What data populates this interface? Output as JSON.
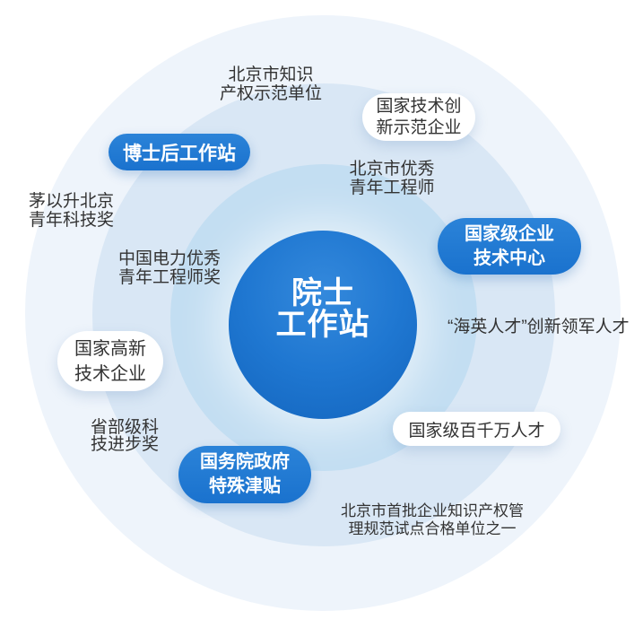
{
  "diagram_title": "院士工作站荣誉资质图",
  "colors": {
    "center_blue_light": "#3489dc",
    "center_blue_dark": "#1365be",
    "badge_blue_top": "#2b83d8",
    "badge_blue_bottom": "#1a72ce",
    "ring_outer": "#eef4fb",
    "ring_middle": "#d9e7f5",
    "ring_inner": "#c3def2",
    "text_dark": "#333333",
    "text_white": "#ffffff",
    "background": "#ffffff"
  },
  "center": {
    "lines": [
      "院士",
      "工作站"
    ]
  },
  "badges_blue": [
    {
      "id": "postdoc-workstation",
      "lines": [
        "博士后工作站"
      ]
    },
    {
      "id": "national-enterprise-tech-center",
      "lines": [
        "国家级企业",
        "技术中心"
      ]
    },
    {
      "id": "state-council-special-allowance",
      "lines": [
        "国务院政府",
        "特殊津贴"
      ]
    }
  ],
  "badges_white": [
    {
      "id": "national-tech-innovation-demo-enterprise",
      "lines": [
        "国家技术创",
        "新示范企业"
      ]
    },
    {
      "id": "national-high-tech-enterprise",
      "lines": [
        "国家高新",
        "技术企业"
      ]
    },
    {
      "id": "national-baiqianwan-talent",
      "lines": [
        "国家级百千万人才"
      ]
    }
  ],
  "labels": [
    {
      "id": "beijing-ip-demo-unit",
      "lines": [
        "北京市知识",
        "产权示范单位"
      ]
    },
    {
      "id": "beijing-excellent-young-engineer",
      "lines": [
        "北京市优秀",
        "青年工程师"
      ]
    },
    {
      "id": "haiying-innovation-leader-talent",
      "lines": [
        "“海英人才”创新领军人才"
      ]
    },
    {
      "id": "maoyisheng-beijing-youth-award",
      "lines": [
        "茅以升北京",
        "青年科技奖"
      ]
    },
    {
      "id": "china-power-young-engineer-award",
      "lines": [
        "中国电力优秀",
        "青年工程师奖"
      ]
    },
    {
      "id": "provincial-sci-tech-progress-award",
      "lines": [
        "省部级科",
        "技进步奖"
      ]
    },
    {
      "id": "beijing-first-batch-ip-pilot-unit",
      "lines": [
        "北京市首批企业知识产权管",
        "理规范试点合格单位之一"
      ]
    }
  ]
}
